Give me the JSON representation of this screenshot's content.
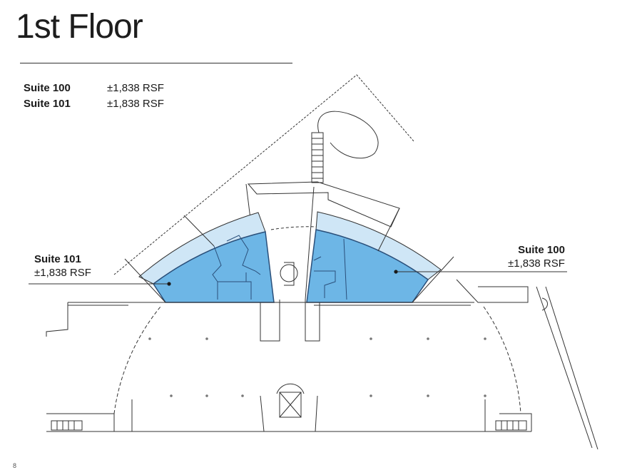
{
  "header": {
    "title": "1st Floor"
  },
  "legend": [
    {
      "name": "Suite 100",
      "area": "±1,838 RSF"
    },
    {
      "name": "Suite 101",
      "area": "±1,838 RSF"
    }
  ],
  "callouts": {
    "suite_101": {
      "name": "Suite 101",
      "area": "±1,838 RSF"
    },
    "suite_100": {
      "name": "Suite 100",
      "area": "±1,838 RSF"
    }
  },
  "footer": {
    "page_number": "8"
  },
  "colors": {
    "suite_fill": "#6db6e6",
    "suite_outer_band": "#cfe6f6",
    "suite_stroke": "#2a4f7a",
    "linework": "#333333"
  }
}
